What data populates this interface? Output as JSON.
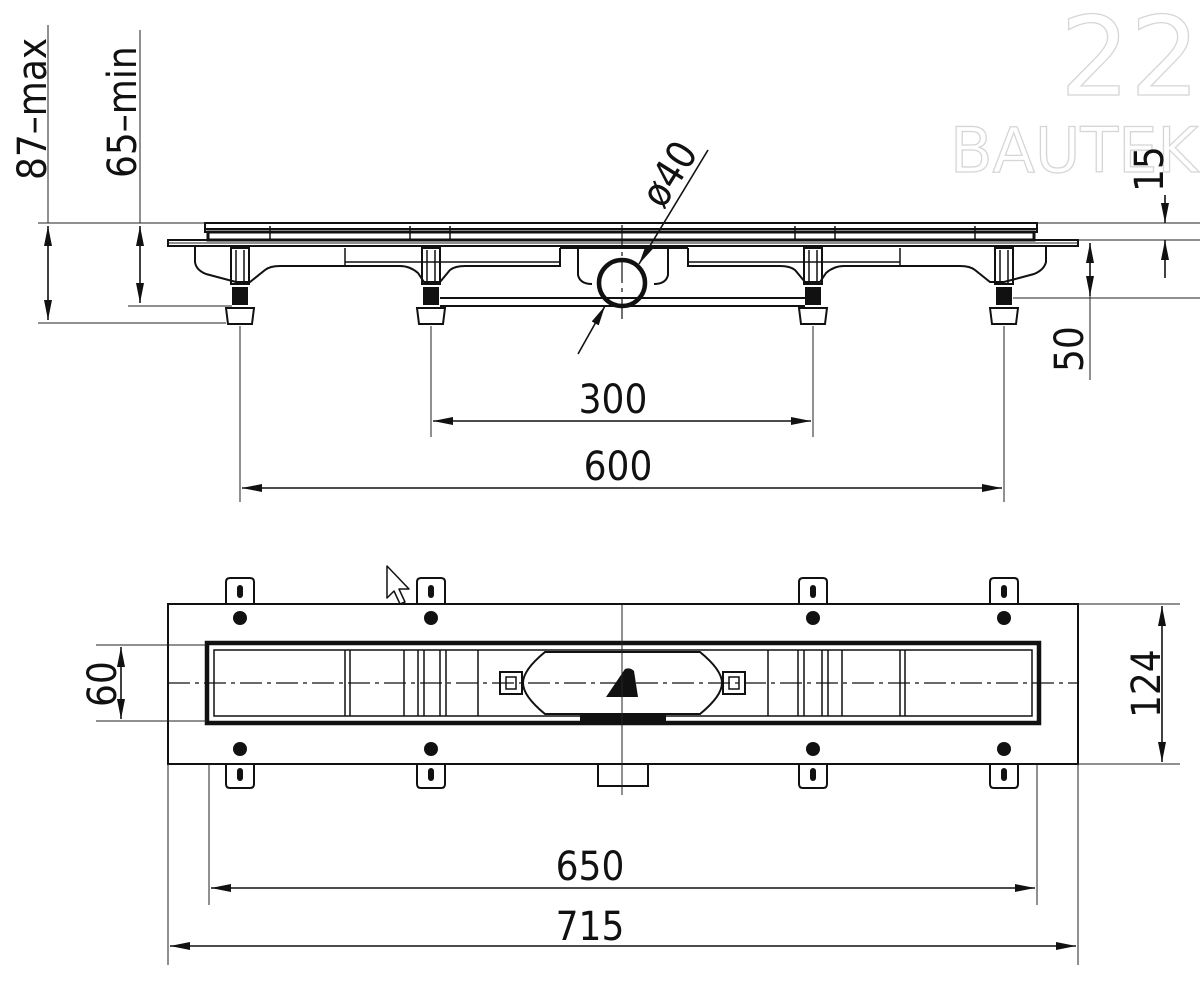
{
  "side_view": {
    "dim_87_max": "87–max",
    "dim_65_min": "65–min",
    "dim_diameter": "ø40",
    "dim_15": "15",
    "dim_50": "50",
    "dim_300": "300",
    "dim_600": "600"
  },
  "top_view": {
    "dim_60": "60",
    "dim_124": "124",
    "dim_650": "650",
    "dim_715": "715"
  },
  "watermark": {
    "line1": "22",
    "line2": "BAUTEK"
  }
}
